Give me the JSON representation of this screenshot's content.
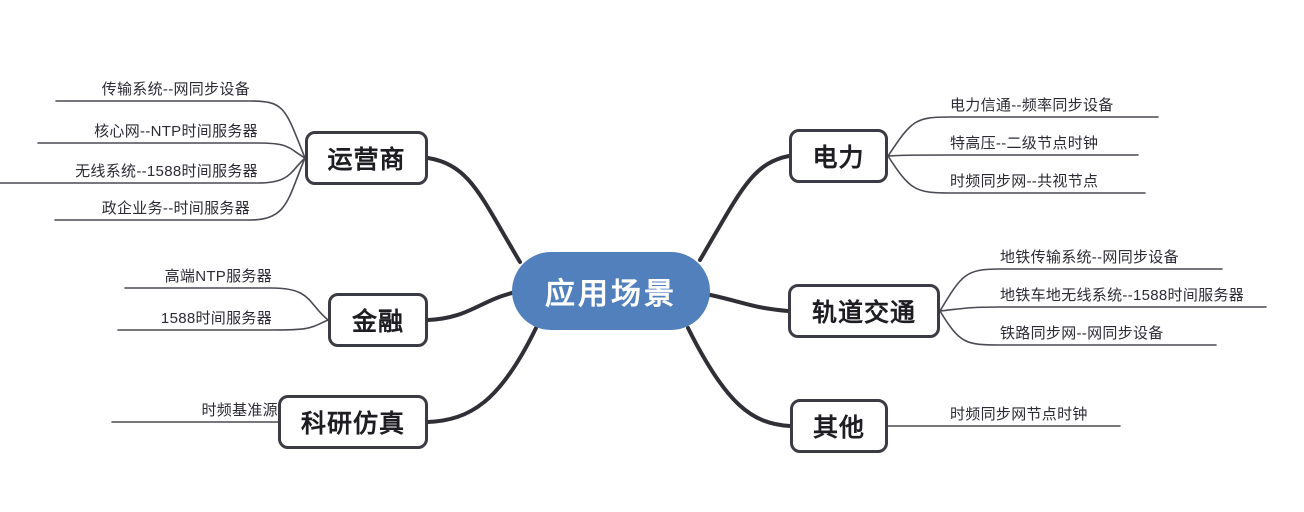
{
  "diagram": {
    "type": "mindmap",
    "title": "应用场景",
    "center": {
      "label": "应用场景",
      "color": "#5280bd",
      "text_color": "#ffffff"
    },
    "node_style": {
      "border_color": "#3b3b44",
      "fill": "#ffffff",
      "text_color": "#1d1d22"
    },
    "connector_color": "#2f2f35",
    "branches": [
      {
        "id": "operator",
        "label": "运营商",
        "side": "left",
        "leaves": [
          "传输系统--网同步设备",
          "核心网--NTP时间服务器",
          "无线系统--1588时间服务器",
          "政企业务--时间服务器"
        ]
      },
      {
        "id": "finance",
        "label": "金融",
        "side": "left",
        "leaves": [
          "高端NTP服务器",
          "1588时间服务器"
        ]
      },
      {
        "id": "research",
        "label": "科研仿真",
        "side": "left",
        "leaves": [
          "时频基准源"
        ]
      },
      {
        "id": "power",
        "label": "电力",
        "side": "right",
        "leaves": [
          "电力信通--频率同步设备",
          "特高压--二级节点时钟",
          "时频同步网--共视节点"
        ]
      },
      {
        "id": "rail",
        "label": "轨道交通",
        "side": "right",
        "leaves": [
          "地铁传输系统--网同步设备",
          "地铁车地无线系统--1588时间服务器",
          "铁路同步网--网同步设备"
        ]
      },
      {
        "id": "other",
        "label": "其他",
        "side": "right",
        "leaves": [
          "时频同步网节点时钟"
        ]
      }
    ]
  }
}
